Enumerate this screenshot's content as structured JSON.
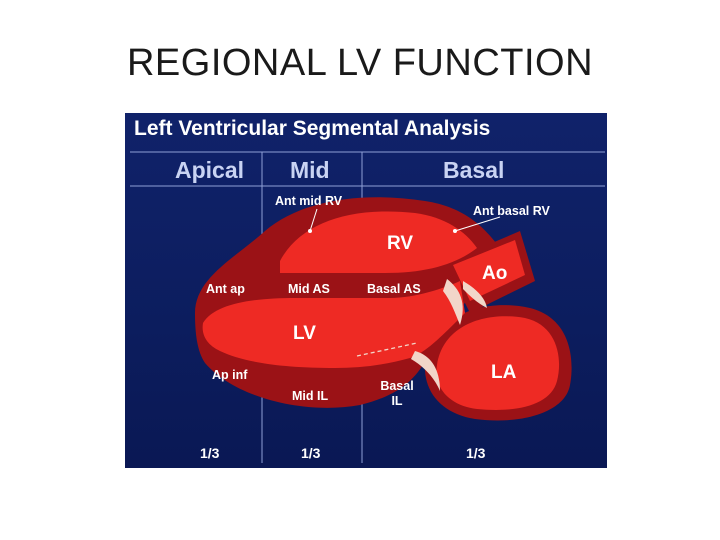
{
  "slide": {
    "title": "REGIONAL LV FUNCTION"
  },
  "figure": {
    "title": "Left Ventricular Segmental Analysis",
    "columns": {
      "apical": "Apical",
      "mid": "Mid",
      "basal": "Basal"
    },
    "labels": {
      "ant_mid_rv": "Ant mid RV",
      "ant_basal_rv": "Ant basal RV",
      "rv": "RV",
      "ao": "Ao",
      "ant_ap": "Ant ap",
      "mid_as": "Mid AS",
      "basal_as": "Basal AS",
      "lv": "LV",
      "ap_inf": "Ap inf",
      "mid_il": "Mid IL",
      "basal_il_line1": "Basal",
      "basal_il_line2": "IL",
      "la": "LA"
    },
    "fractions": {
      "apical": "1/3",
      "mid": "1/3",
      "basal": "1/3"
    },
    "colors": {
      "background": "#0c1d5e",
      "myocardium": "#9b1216",
      "chamber": "#ee2a24",
      "valve": "#f2d6c9",
      "grid": "#8fa0d6"
    }
  }
}
